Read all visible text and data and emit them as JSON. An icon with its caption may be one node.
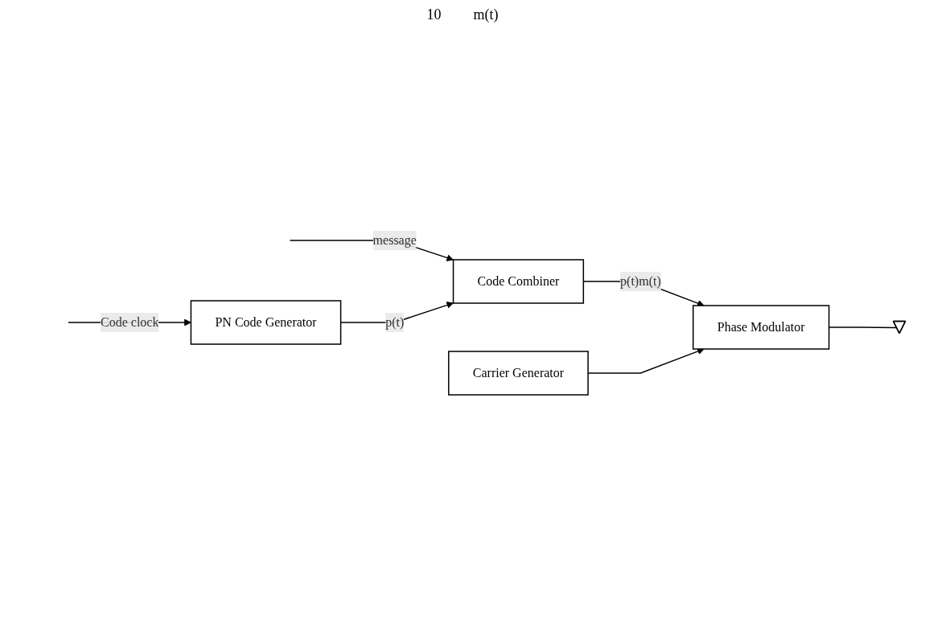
{
  "diagram": {
    "nodes": [
      {
        "text": [
          "Code Combiner"
        ]
      },
      {
        "text": [
          "Phase Modulator"
        ]
      },
      {
        "text": [
          "PN Code Generator"
        ]
      },
      {
        "text": [
          "Carrier Generator"
        ]
      },
      {
        "text": [],
        "shape": "triangle"
      }
    ],
    "edges": [
      {
        "from": null,
        "to": 0,
        "arrow": "to",
        "label": "message"
      },
      {
        "from": 0,
        "to": 1,
        "arrow": "to",
        "label": "p(t)m(t)"
      },
      {
        "from": 2,
        "to": 0,
        "arrow": "to",
        "label": "p(t)"
      },
      {
        "from": null,
        "to": 2,
        "arrow": "to",
        "label": "Code clock"
      },
      {
        "from": 3,
        "to": 1,
        "arrow": "to"
      },
      {
        "from": 1,
        "to": 4,
        "arrow": "none"
      }
    ],
    "labels": [
      "10",
      "m(t)"
    ]
  }
}
